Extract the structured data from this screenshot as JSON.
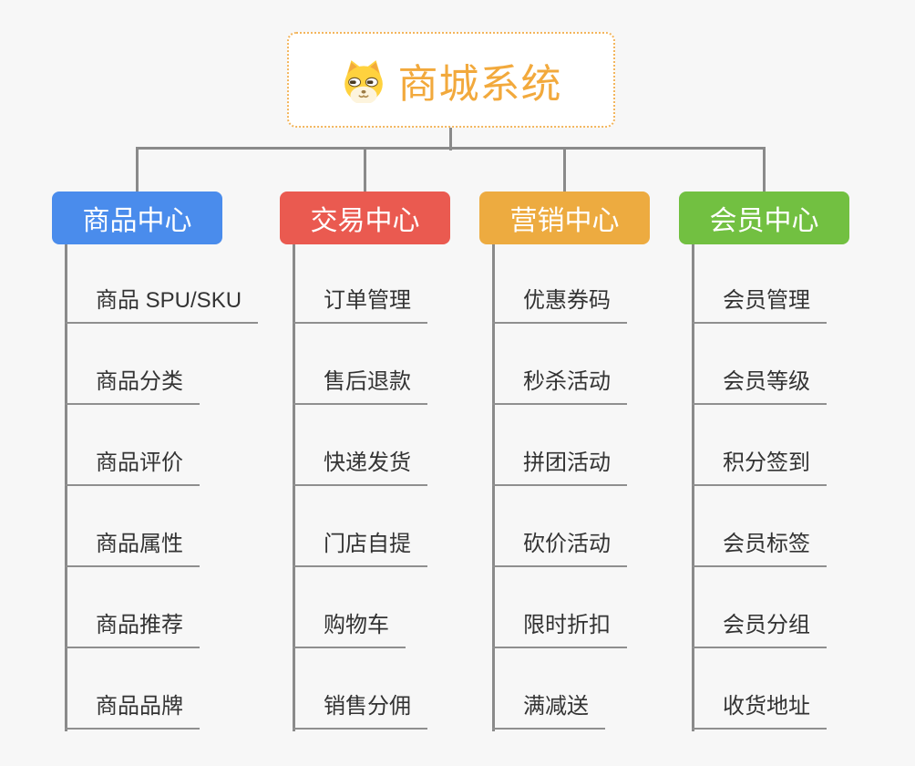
{
  "page": {
    "background_color": "#f7f7f7",
    "connector_color": "#8a8a8a"
  },
  "root": {
    "title": "商城系统",
    "icon": "dog-face-icon",
    "text_color": "#f2a93c",
    "border_color": "#f3b55c",
    "fill_color": "#ffffff"
  },
  "branches": [
    {
      "label": "商品中心",
      "color": "#4a8cec",
      "children": [
        "商品 SPU/SKU",
        "商品分类",
        "商品评价",
        "商品属性",
        "商品推荐",
        "商品品牌"
      ]
    },
    {
      "label": "交易中心",
      "color": "#ea5a50",
      "children": [
        "订单管理",
        "售后退款",
        "快递发货",
        "门店自提",
        "购物车",
        "销售分佣"
      ]
    },
    {
      "label": "营销中心",
      "color": "#edab40",
      "children": [
        "优惠券码",
        "秒杀活动",
        "拼团活动",
        "砍价活动",
        "限时折扣",
        "满减送"
      ]
    },
    {
      "label": "会员中心",
      "color": "#72c041",
      "children": [
        "会员管理",
        "会员等级",
        "积分签到",
        "会员标签",
        "会员分组",
        "收货地址"
      ]
    }
  ]
}
